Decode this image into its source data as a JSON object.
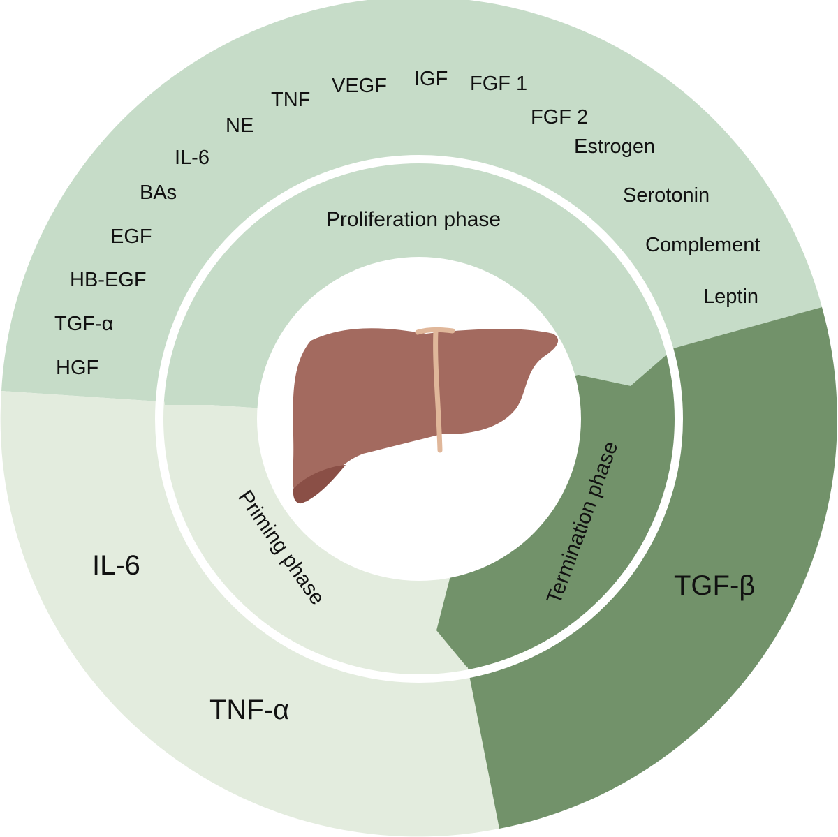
{
  "diagram": {
    "colors": {
      "proliferation": "#c6dcc8",
      "priming": "#e3ecde",
      "termination": "#72926a",
      "separator": "#ffffff",
      "liver": "#a36a5f",
      "liver_shadow": "#8a4f46",
      "ligament": "#e0b79a"
    },
    "phases": {
      "proliferation": "Proliferation phase",
      "priming": "Priming phase",
      "termination": "Termination phase"
    },
    "proliferation_factors": [
      "HGF",
      "TGF-α",
      "HB-EGF",
      "EGF",
      "BAs",
      "IL-6",
      "NE",
      "TNF",
      "VEGF",
      "IGF",
      "FGF 1",
      "FGF 2",
      "Estrogen",
      "Serotonin",
      "Complement",
      "Leptin"
    ],
    "priming_factors": [
      "IL-6",
      "TNF-α"
    ],
    "termination_factors": [
      "TGF-β"
    ],
    "center_icon": "liver-icon"
  }
}
